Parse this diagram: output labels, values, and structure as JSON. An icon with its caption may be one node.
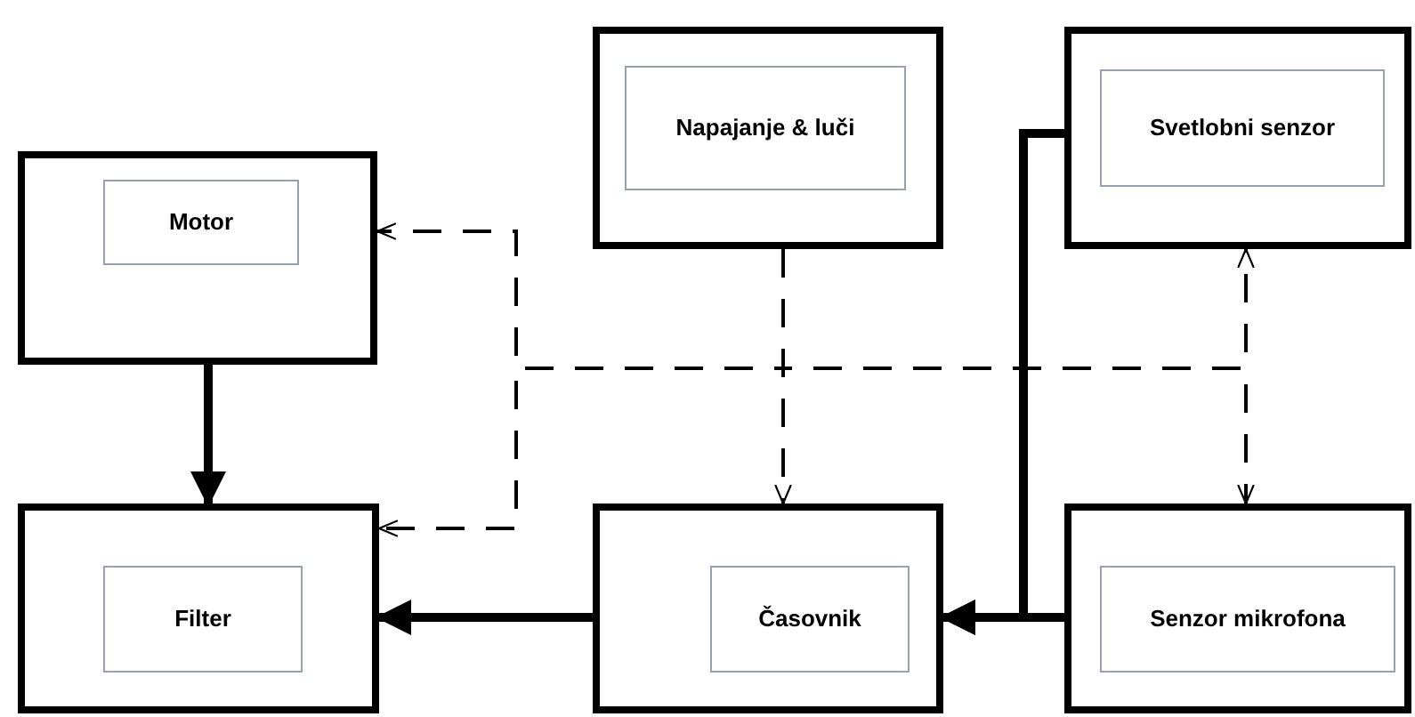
{
  "diagram": {
    "nodes": [
      {
        "text": [
          "Napajanje & luči"
        ]
      },
      {
        "text": [
          "Svetlobni senzor"
        ]
      },
      {
        "text": [
          "Motor"
        ]
      },
      {
        "text": [
          "Filter"
        ]
      },
      {
        "text": [
          "Časovnik"
        ]
      },
      {
        "text": [
          "Senzor mikrofona"
        ]
      }
    ],
    "edges": [
      {
        "from": 2,
        "to": 3,
        "arrow": "to",
        "style": "thick"
      },
      {
        "from": 4,
        "to": 3,
        "arrow": "to",
        "style": "thick"
      },
      {
        "from": 5,
        "to": 4,
        "arrow": "to",
        "style": "thick"
      },
      {
        "from": 1,
        "to": 4,
        "arrow": "to",
        "style": "thick"
      },
      {
        "from": 0,
        "to": 2,
        "arrow": "to",
        "style": "dashed"
      },
      {
        "from": 0,
        "to": 3,
        "arrow": "to",
        "style": "dashed"
      },
      {
        "from": 0,
        "to": 4,
        "arrow": "to",
        "style": "dashed"
      },
      {
        "from": 0,
        "to": 1,
        "arrow": "to",
        "style": "dashed"
      },
      {
        "from": 0,
        "to": 5,
        "arrow": "to",
        "style": "dashed"
      }
    ]
  }
}
